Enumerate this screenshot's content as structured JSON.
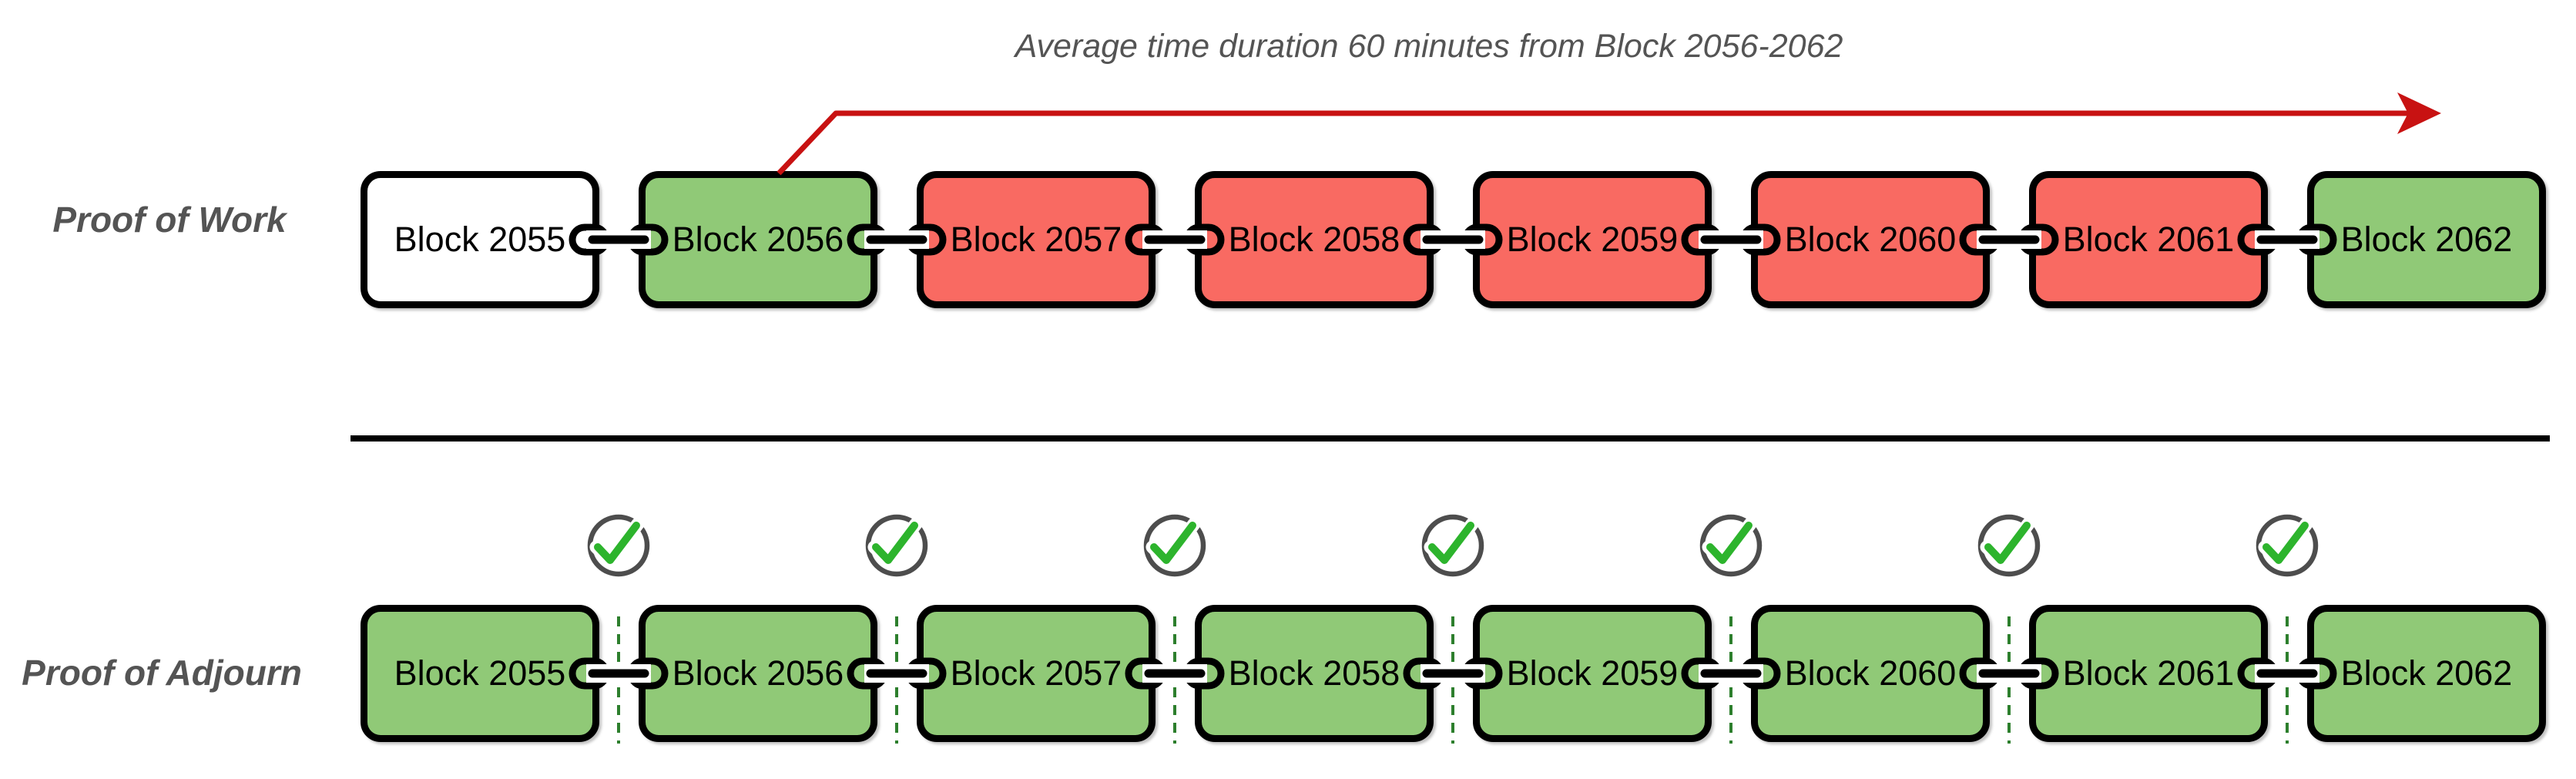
{
  "annotation": "Average time duration 60 minutes from Block 2056-2062",
  "rows": [
    {
      "label": "Proof of Work",
      "blocks": [
        {
          "label": "Block 2055",
          "state": "pending"
        },
        {
          "label": "Block 2056",
          "state": "valid"
        },
        {
          "label": "Block 2057",
          "state": "invalid"
        },
        {
          "label": "Block 2058",
          "state": "invalid"
        },
        {
          "label": "Block 2059",
          "state": "invalid"
        },
        {
          "label": "Block 2060",
          "state": "invalid"
        },
        {
          "label": "Block 2061",
          "state": "invalid"
        },
        {
          "label": "Block 2062",
          "state": "valid"
        }
      ]
    },
    {
      "label": "Proof of Adjourn",
      "blocks": [
        {
          "label": "Block 2055",
          "state": "valid"
        },
        {
          "label": "Block 2056",
          "state": "valid"
        },
        {
          "label": "Block 2057",
          "state": "valid"
        },
        {
          "label": "Block 2058",
          "state": "valid"
        },
        {
          "label": "Block 2059",
          "state": "valid"
        },
        {
          "label": "Block 2060",
          "state": "valid"
        },
        {
          "label": "Block 2061",
          "state": "valid"
        },
        {
          "label": "Block 2062",
          "state": "valid"
        }
      ]
    }
  ],
  "colors": {
    "block-green": "#90C977",
    "block-red": "#F96A62",
    "arrow-red": "#C81212",
    "check-green": "#2DB42D",
    "dash-green": "#2D7F2D",
    "circle-gray": "#4D4D4D",
    "label-gray": "#545454",
    "border-black": "#000000"
  }
}
